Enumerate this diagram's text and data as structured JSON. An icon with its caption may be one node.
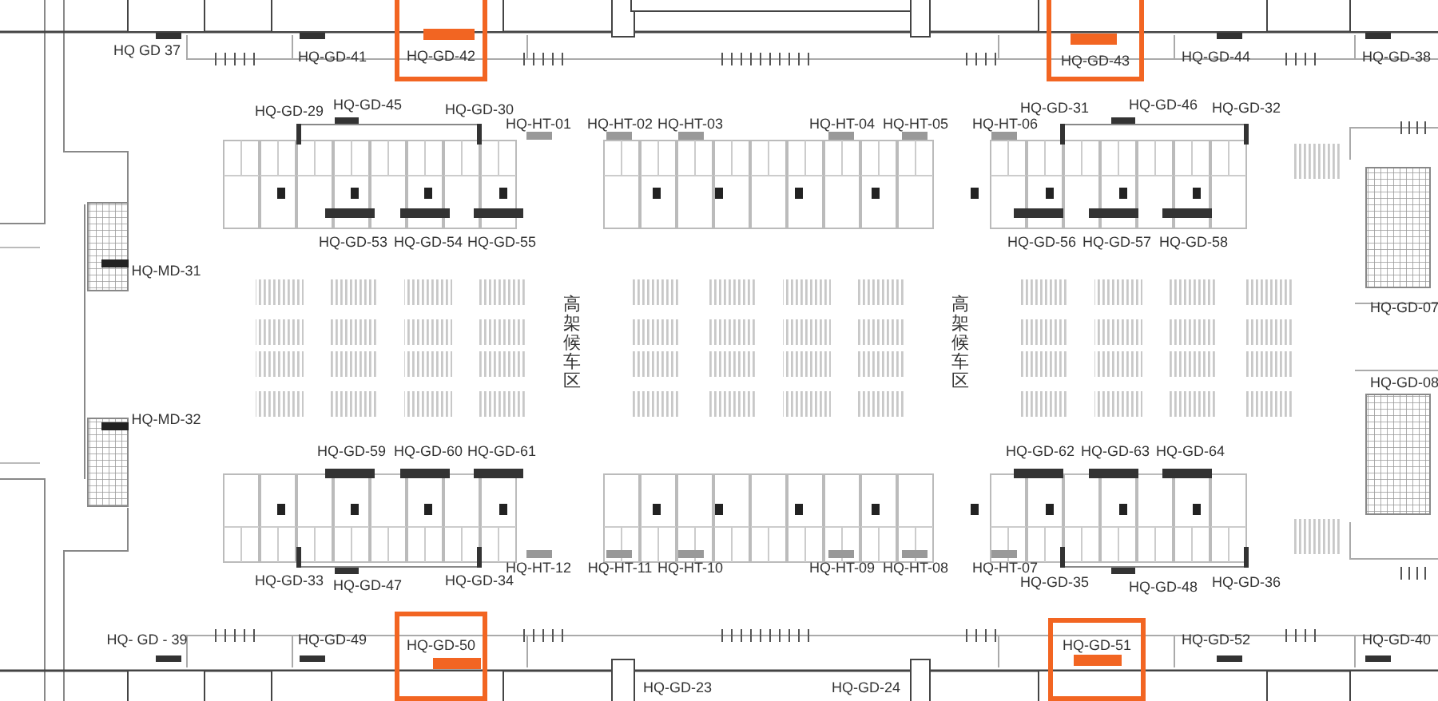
{
  "diagram": {
    "nodes": [
      {
        "text": [
          "HQ-GD-42"
        ]
      },
      {
        "text": [
          "HQ-GD-43"
        ]
      },
      {
        "text": [
          "HQ-GD-50"
        ]
      },
      {
        "text": [
          "HQ-GD-51"
        ]
      }
    ],
    "labels": [
      "HQ GD 37",
      "HQ-GD-41",
      "HQ-GD-44",
      "HQ-GD-38",
      "HQ-GD-29",
      "HQ-GD-45",
      "HQ-GD-30",
      "HQ-HT-01",
      "HQ-HT-02",
      "HQ-HT-03",
      "HQ-HT-04",
      "HQ-HT-05",
      "HQ-HT-06",
      "HQ-GD-31",
      "HQ-GD-46",
      "HQ-GD-32",
      "HQ-GD-53",
      "HQ-GD-54",
      "HQ-GD-55",
      "HQ-GD-56",
      "HQ-GD-57",
      "HQ-GD-58",
      "HQ-MD-31",
      "HQ-GD-07",
      "高架候车区",
      "高架候车区",
      "HQ-GD-08",
      "HQ-MD-32",
      "HQ-GD-59",
      "HQ-GD-60",
      "HQ-GD-61",
      "HQ-GD-62",
      "HQ-GD-63",
      "HQ-GD-64",
      "HQ-GD-33",
      "HQ-GD-47",
      "HQ-GD-34",
      "HQ-HT-12",
      "HQ-HT-11",
      "HQ-HT-10",
      "HQ-HT-09",
      "HQ-HT-08",
      "HQ-HT-07",
      "HQ-GD-35",
      "HQ-GD-48",
      "HQ-GD-36",
      "HQ- GD - 39",
      "HQ-GD-49",
      "HQ-GD-52",
      "HQ-GD-40",
      "HQ-GD-23",
      "HQ-GD-24"
    ]
  }
}
